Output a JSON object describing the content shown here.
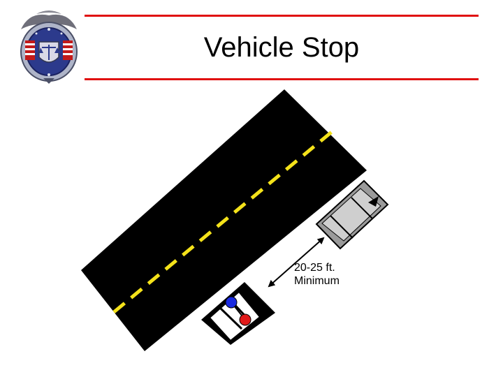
{
  "slide": {
    "title": "Vehicle Stop"
  },
  "diagram": {
    "distance_line1": "20-25 ft.",
    "distance_line2": "Minimum"
  },
  "colors": {
    "accent_rule": "#e01010",
    "road": "#000000",
    "center_line": "#f4e21a",
    "stopped_vehicle": "#b8b8b8",
    "patrol_car_white": "#ffffff",
    "officer_blue": "#1a2be0",
    "officer_red": "#e01a1a"
  },
  "icons": {
    "logo": "police-badge-eagle-seal-icon",
    "arrow": "double-headed-arrow-icon"
  }
}
